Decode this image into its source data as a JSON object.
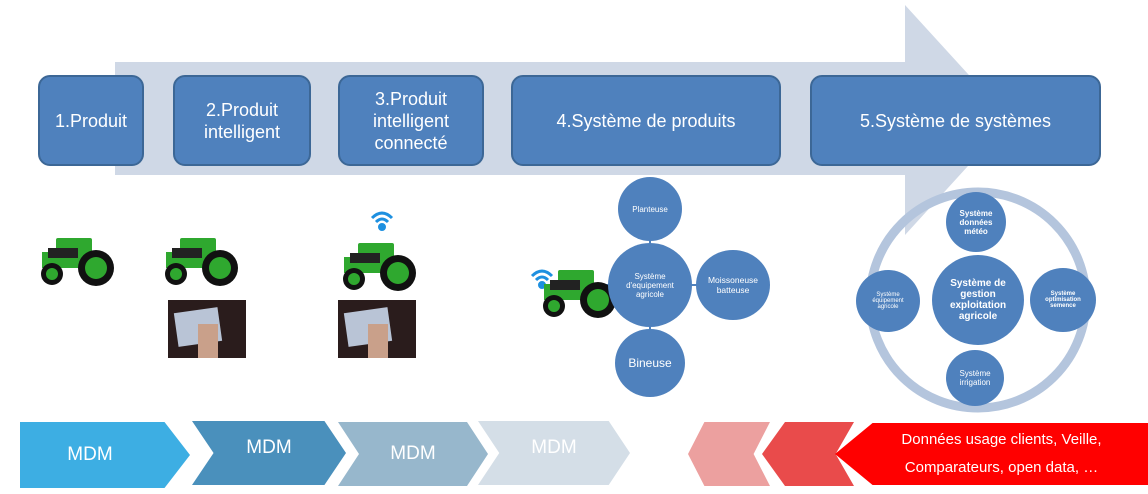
{
  "stages": [
    {
      "label": "1.Produit"
    },
    {
      "label": "2.Produit intelligent"
    },
    {
      "label": "3.Produit intelligent connecté"
    },
    {
      "label": "4.Système de produits"
    },
    {
      "label": "5.Système de systèmes"
    }
  ],
  "system_of_products": {
    "center": "Système d'equipement agricole",
    "top": "Planteuse",
    "right": "Moissoneuse batteuse",
    "bottom": "Bineuse"
  },
  "system_of_systems": {
    "center": "Système de gestion exploitation agricole",
    "top": "Système données météo",
    "left": "Système équipement agricole",
    "right": "Système optimisation semence",
    "bottom": "Système irrigation"
  },
  "mdm": [
    "MDM",
    "MDM",
    "MDM",
    "MDM"
  ],
  "external_data": "Données usage clients, Veille, Comparateurs, open data,  …",
  "colors": {
    "box": "#4f81bd",
    "arrow": "#cfd8e6",
    "mdm": [
      "#3daee3",
      "#4a90bc",
      "#97b7cc",
      "#d4dee7"
    ],
    "red": [
      "#eca09f",
      "#e94b4b",
      "#ff0000"
    ],
    "tractor": "#2fa82f"
  }
}
